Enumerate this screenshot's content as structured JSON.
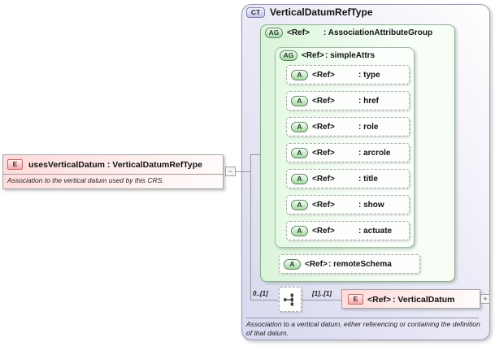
{
  "left_element": {
    "badge": "E",
    "title": "usesVerticalDatum : VerticalDatumRefType",
    "annotation": "Association to the vertical datum used by this CRS.",
    "collapse_glyph": "−"
  },
  "complex_type": {
    "badge": "CT",
    "title": "VerticalDatumRefType",
    "footer_annotation": "Association to a vertical datum, either referencing or containing the definition of that datum.",
    "attribute_group": {
      "badge": "AG",
      "ref": "<Ref>",
      "name": ": AssociationAttributeGroup",
      "simple_attrs": {
        "badge": "AG",
        "ref": "<Ref>",
        "name": ": simpleAttrs",
        "attributes": [
          {
            "badge": "A",
            "ref": "<Ref>",
            "name": ": type"
          },
          {
            "badge": "A",
            "ref": "<Ref>",
            "name": ": href"
          },
          {
            "badge": "A",
            "ref": "<Ref>",
            "name": ": role"
          },
          {
            "badge": "A",
            "ref": "<Ref>",
            "name": ": arcrole"
          },
          {
            "badge": "A",
            "ref": "<Ref>",
            "name": ": title"
          },
          {
            "badge": "A",
            "ref": "<Ref>",
            "name": ": show"
          },
          {
            "badge": "A",
            "ref": "<Ref>",
            "name": ": actuate"
          }
        ]
      },
      "remote_schema": {
        "badge": "A",
        "ref": "<Ref>",
        "name": ": remoteSchema"
      }
    },
    "content_model": {
      "min_occurs_label": "0..[1]",
      "occurs_label": "[1]..[1]",
      "element_ref": {
        "badge": "E",
        "ref": "<Ref>",
        "name": ": VerticalDatum",
        "expand_glyph": "+"
      }
    }
  },
  "colors": {
    "element_fill": "#ffd9d9",
    "element_badge_border": "#c46c6c",
    "group_fill": "#d9f4d9",
    "group_badge_border": "#5d855d",
    "complex_type_fill": "#d8d8ef",
    "complex_type_border": "#9a9ab8",
    "connector": "#999999"
  }
}
